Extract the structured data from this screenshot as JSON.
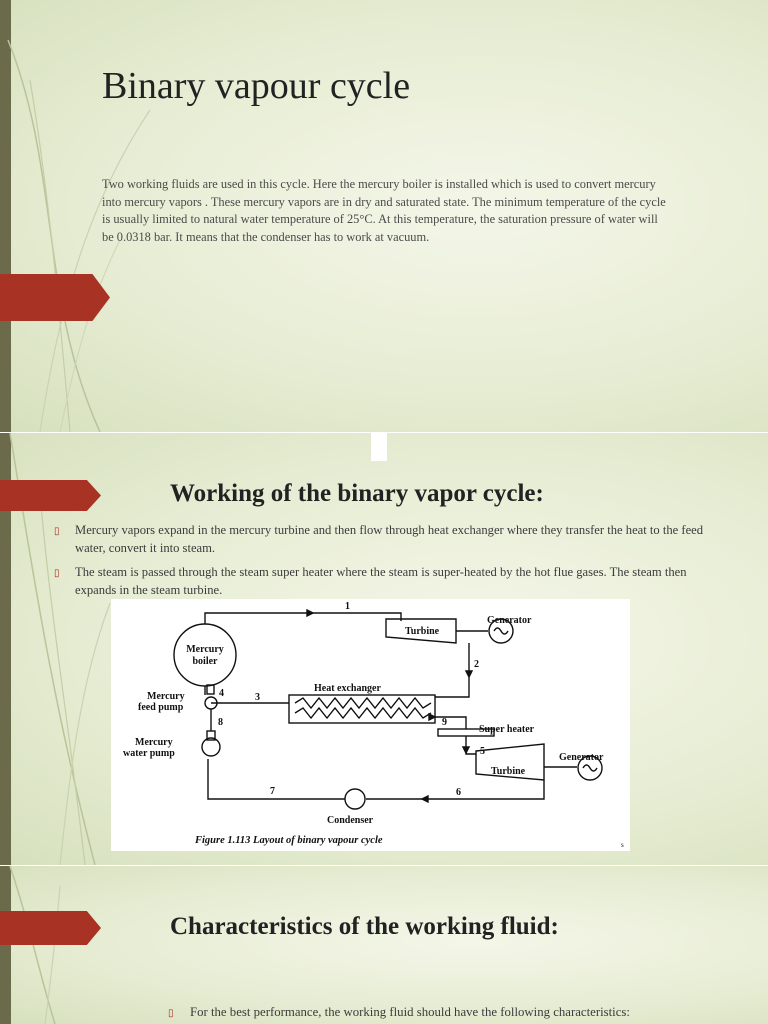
{
  "slide1": {
    "title": "Binary vapour cycle",
    "body": "Two working fluids are used in this cycle. Here the mercury boiler is installed which is used to convert mercury into mercury vapors . These mercury vapors are in dry and saturated state. The minimum temperature of the cycle is usually limited to natural water temperature of 25°C. At this temperature, the saturation pressure of water will be 0.0318 bar. It means that the condenser has to work at vacuum."
  },
  "slide2": {
    "title": "Working of the binary vapor cycle:",
    "bullet_marker": "▯",
    "bullets": [
      "Mercury vapors expand in the mercury turbine and then flow through heat exchanger where they transfer the heat to the feed water, convert it into steam.",
      "The steam is passed through the steam super heater where the steam is super-heated by the hot flue gases. The steam then expands in the steam turbine."
    ],
    "diagram": {
      "labels": {
        "mercury_boiler_1": "Mercury",
        "mercury_boiler_2": "boiler",
        "turbine_top": "Turbine",
        "generator_top": "Generator",
        "heat_exchanger": "Heat exchanger",
        "mercury_feed_pump_1": "Mercury",
        "mercury_feed_pump_2": "feed pump",
        "mercury_water_pump_1": "Mercury",
        "mercury_water_pump_2": "water pump",
        "super_heater": "Super heater",
        "turbine_bottom": "Turbine",
        "generator_bottom": "Generator",
        "condenser": "Condenser",
        "caption": "Figure 1.113 Layout of binary vapour cycle",
        "corner_mark": "s"
      },
      "numbers": [
        "1",
        "2",
        "3",
        "4",
        "5",
        "6",
        "7",
        "8",
        "9"
      ]
    }
  },
  "slide3": {
    "title": "Characteristics of the working fluid:",
    "bullet_marker": "▯",
    "bullets": [
      "For the best performance, the working fluid should have the following characteristics:"
    ]
  },
  "colors": {
    "accent": "#a83224",
    "sidebar": "#6b6a4b",
    "background": "#e7edd4"
  }
}
